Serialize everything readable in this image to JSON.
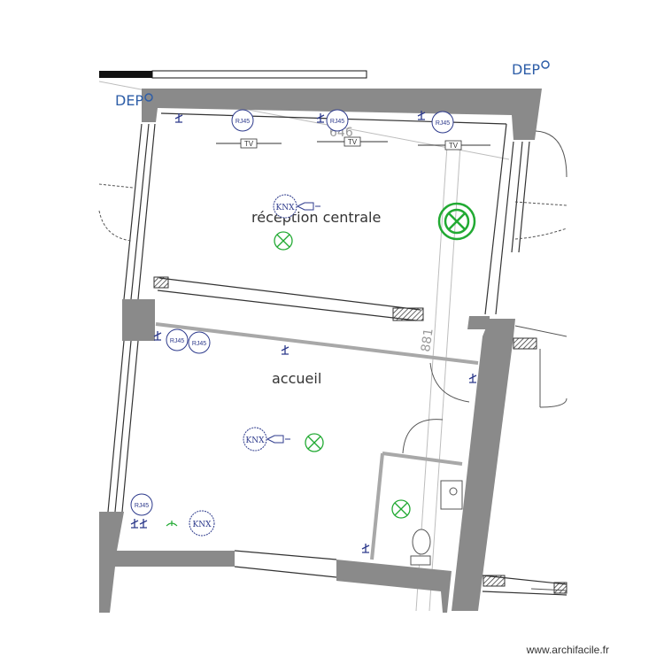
{
  "labels": {
    "dep_top_right": "DEP",
    "dep_left": "DEP",
    "room_reception": "réception centrale",
    "room_accueil": "accueil",
    "dim_top": "646",
    "dim_vertical": "881"
  },
  "symbols": {
    "rj45": "RJ45",
    "knx": "KNX",
    "tv": "TV"
  },
  "watermark": "www.archifacile.fr",
  "colors": {
    "wall": "#8a8a8a",
    "wall_dark": "#6f6f6f",
    "electrical_blue": "#2d3a8c",
    "light_green": "#22aa33",
    "label_blue": "#2e5ea8"
  }
}
